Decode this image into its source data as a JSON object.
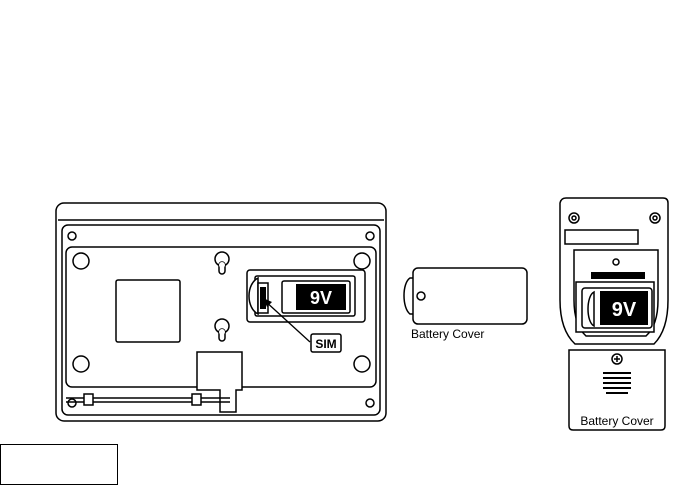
{
  "labels": {
    "battery_9v": "9V",
    "sim": "SIM",
    "battery_cover": "Battery Cover"
  },
  "caption_box_text": "",
  "colors": {
    "line": "#000000",
    "fill": "#ffffff",
    "battery_label_bg": "#000000",
    "battery_label_text": "#ffffff"
  },
  "icons": [
    "screw-icon",
    "keyhole-icon",
    "vent-grille-icon"
  ]
}
